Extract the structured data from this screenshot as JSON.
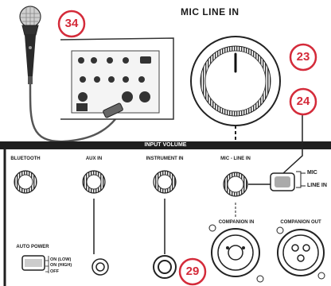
{
  "header": {
    "selector_title": "MIC  LINE IN"
  },
  "callouts": {
    "mic_mount": "34",
    "selector_knob": "23",
    "mic_line_switch": "24",
    "companion_in": "29"
  },
  "panel": {
    "input_volume_title": "INPUT VOLUME",
    "controls": {
      "bluetooth": "BLUETOOTH",
      "aux_in": "AUX IN",
      "instrument_in": "INSTRUMENT IN",
      "mic_line_in": "MIC - LINE IN",
      "companion_in": "COMPANION IN",
      "companion_out": "COMPANION OUT"
    },
    "auto_power": {
      "label": "AUTO POWER",
      "options": [
        "ON (LOW)",
        "ON (HIGH)",
        "OFF"
      ]
    }
  },
  "switch_labels": {
    "mic": "MIC",
    "line_in": "LINE IN"
  },
  "colors": {
    "accent": "#d42b3a",
    "panel": "#1f1f1f",
    "outline": "#222222"
  }
}
